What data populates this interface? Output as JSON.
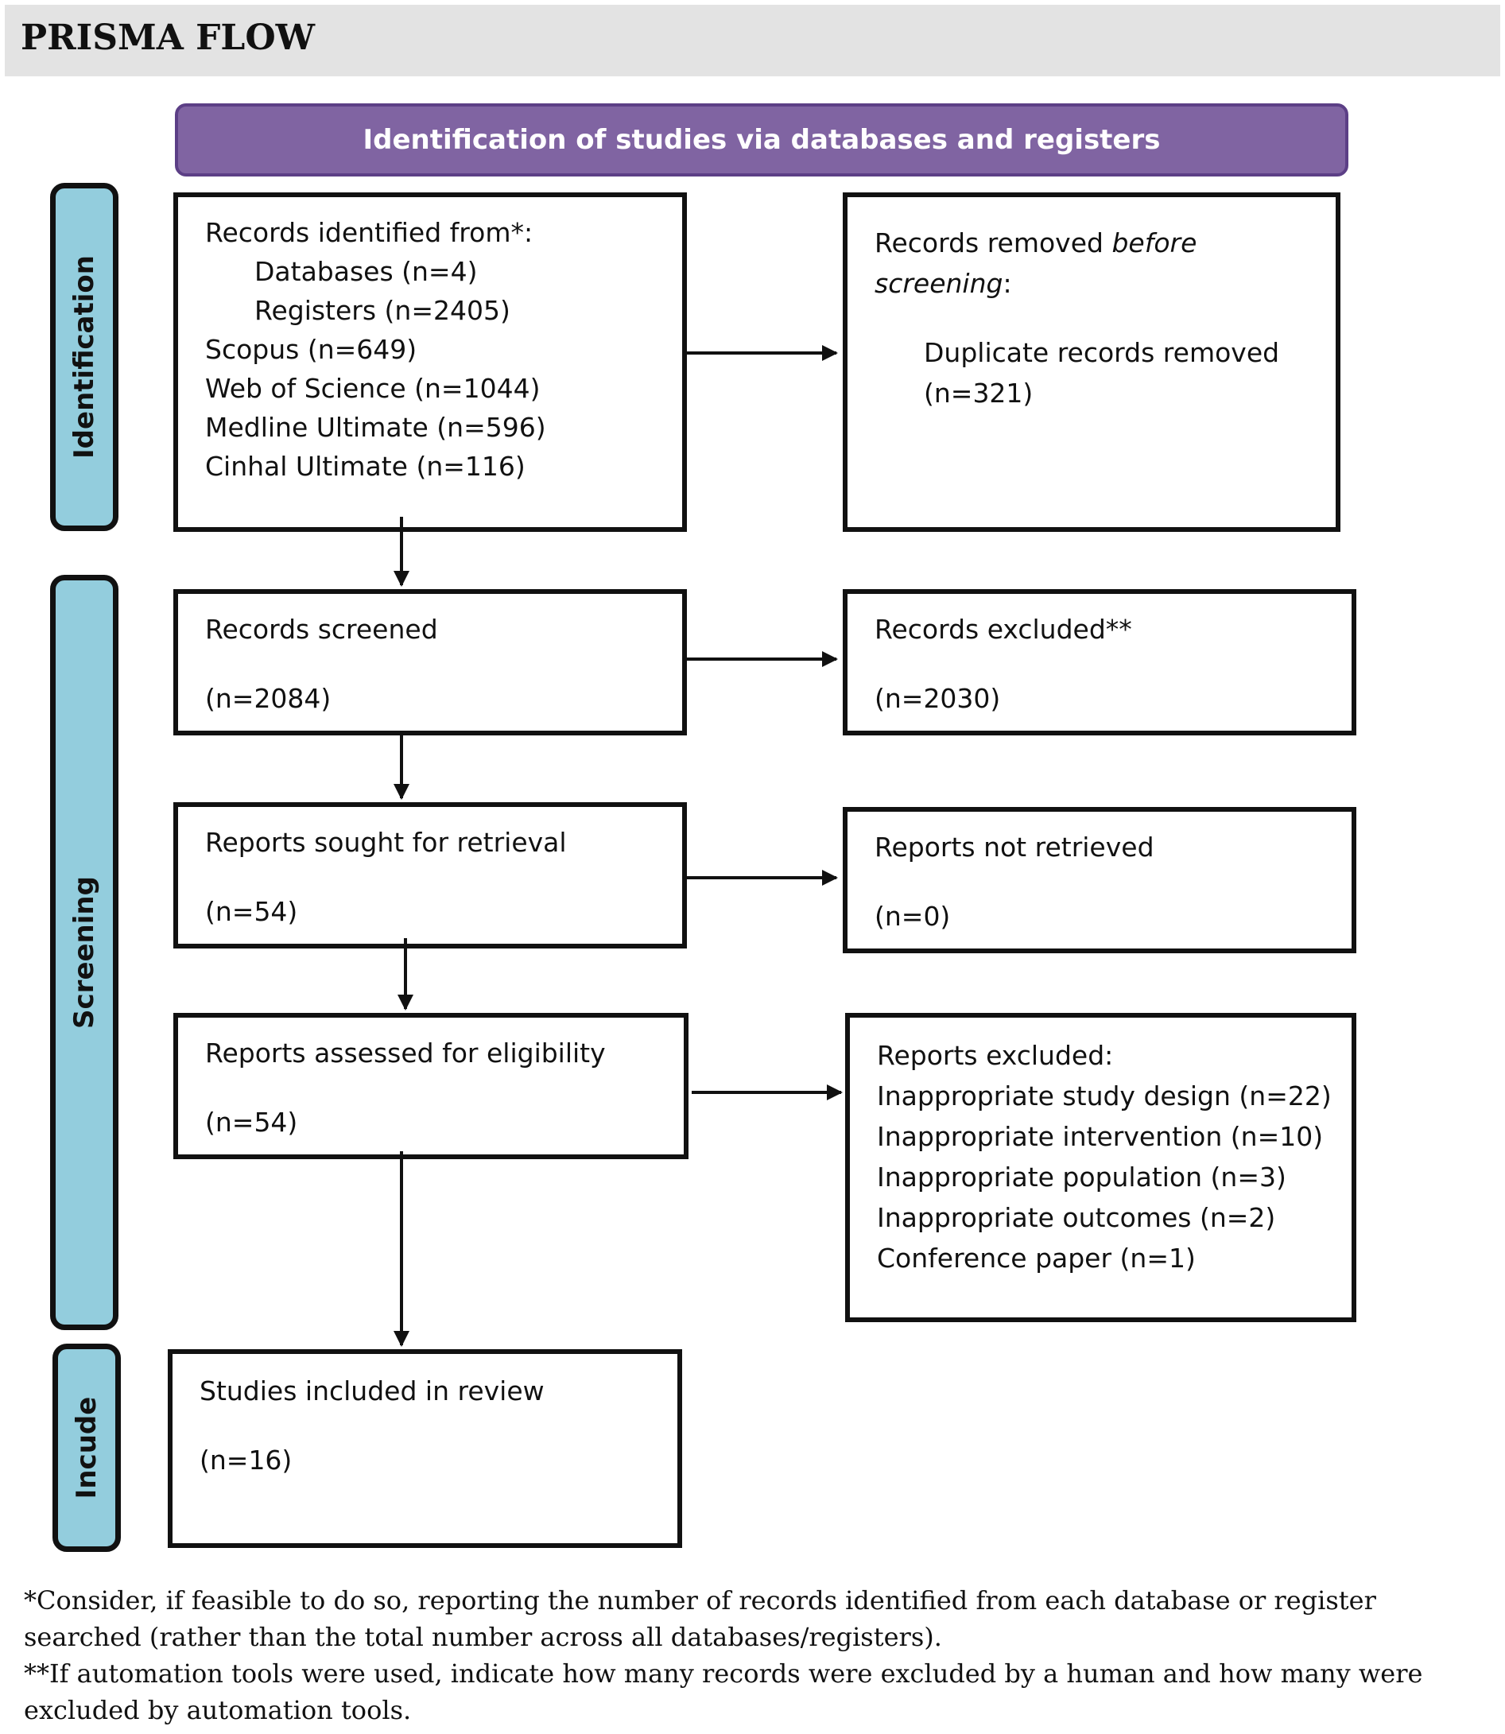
{
  "header": {
    "title": "PRISMA FLOW"
  },
  "banner": {
    "text": "Identification of studies via databases and registers"
  },
  "phases": {
    "identification": "Identification",
    "screening": "Screening",
    "include": "Incude"
  },
  "boxes": {
    "records_identified": {
      "heading": "Records identified from*:",
      "databases": "Databases (n=4)",
      "registers": "Registers (n=2405)",
      "scopus": "Scopus (n=649)",
      "wos": "Web of Science (n=1044)",
      "medline": "Medline Ultimate (n=596)",
      "cinhal": "Cinhal Ultimate (n=116)"
    },
    "records_removed": {
      "heading_a": "Records removed ",
      "heading_b": "before",
      "heading_c": "screening",
      "heading_d": ":",
      "duplicates": "Duplicate records removed",
      "duplicates_n": "(n=321)"
    },
    "records_screened": {
      "label": "Records screened",
      "n": "(n=2084)"
    },
    "records_excluded": {
      "label": "Records excluded**",
      "n": "(n=2030)"
    },
    "reports_sought": {
      "label": "Reports sought for retrieval",
      "n": "(n=54)"
    },
    "reports_not_retrieved": {
      "label": "Reports not retrieved",
      "n": "(n=0)"
    },
    "reports_assessed": {
      "label": "Reports assessed for eligibility",
      "n": "(n=54)"
    },
    "reports_excluded": {
      "heading": "Reports excluded:",
      "reasons": [
        "Inappropriate study design (n=22)",
        "Inappropriate intervention (n=10)",
        "Inappropriate population (n=3)",
        "Inappropriate outcomes (n=2)",
        "Conference paper (n=1)"
      ]
    },
    "studies_included": {
      "label": "Studies included in review",
      "n": "(n=16)"
    }
  },
  "footnotes": {
    "line1": "*Consider, if feasible to do so, reporting the number of records identified from each database or register",
    "line2": "searched (rather than the total number across all databases/registers).",
    "line3": "**If automation tools were used, indicate how many records were excluded by a human and how many were",
    "line4": "excluded by automation tools."
  },
  "colors": {
    "banner": "#8064a2",
    "phase": "#93cddd",
    "header_band": "#e3e3e3"
  }
}
